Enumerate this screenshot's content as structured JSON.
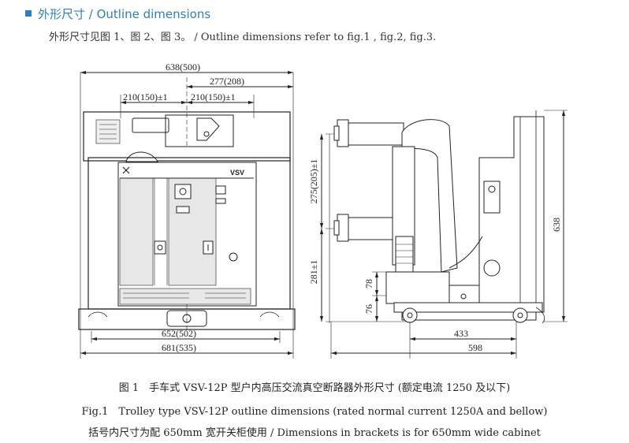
{
  "header": {
    "title": "外形尺寸 / Outline dimensions",
    "bullet_color": "#2a7fc2"
  },
  "intro": "外形尺寸见图 1、图 2、图 3。 / Outline dimensions refer to fig.1 , fig.2, fig.3.",
  "front_view": {
    "dims": {
      "overall_top": "638(500)",
      "right_offset": "277(208)",
      "pole_left": "210(150)±1",
      "pole_right": "210(150)±1",
      "base_inner": "652(502)",
      "base_outer": "681(535)"
    },
    "panel_label": "VSV"
  },
  "side_view": {
    "dims": {
      "terminal_spacing": "275(205)±1",
      "lower_terminal": "281±1",
      "height_78": "78",
      "height_76": "76",
      "overall_height": "638",
      "depth_433": "433",
      "depth_598": "598"
    }
  },
  "captions": {
    "cn": "图 1　手车式 VSV-12P 型户内高压交流真空断路器外形尺寸 (额定电流 1250 及以下)",
    "en": "Fig.1　Trolley type VSV-12P outline dimensions (rated normal current 1250A and bellow)",
    "note": "括号内尺寸为配 650mm 宽开关柜使用 / Dimensions in brackets is for 650mm wide cabinet"
  }
}
